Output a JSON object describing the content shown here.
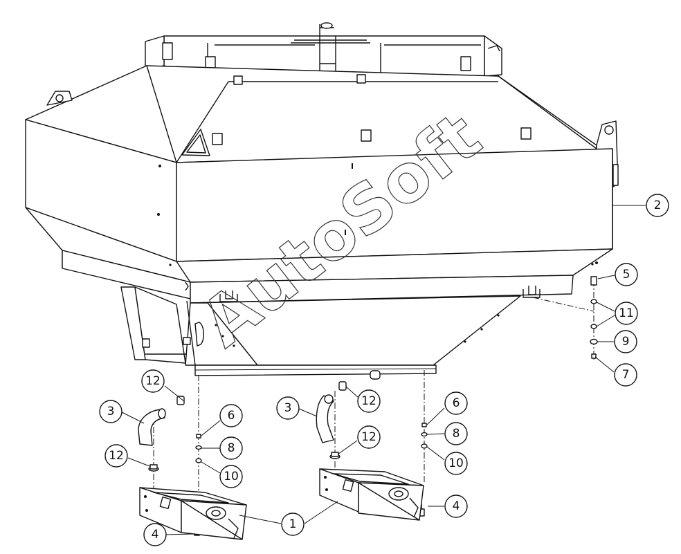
{
  "watermark": {
    "text": "AutoSoft"
  },
  "callouts": {
    "c1": "1",
    "c2": "2",
    "c3a": "3",
    "c3b": "3",
    "c4a": "4",
    "c4b": "4",
    "c5": "5",
    "c6a": "6",
    "c6b": "6",
    "c7": "7",
    "c8a": "8",
    "c8b": "8",
    "c9": "9",
    "c10a": "10",
    "c10b": "10",
    "c11": "11",
    "c12a": "12",
    "c12b": "12",
    "c12c": "12",
    "c12d": "12"
  }
}
